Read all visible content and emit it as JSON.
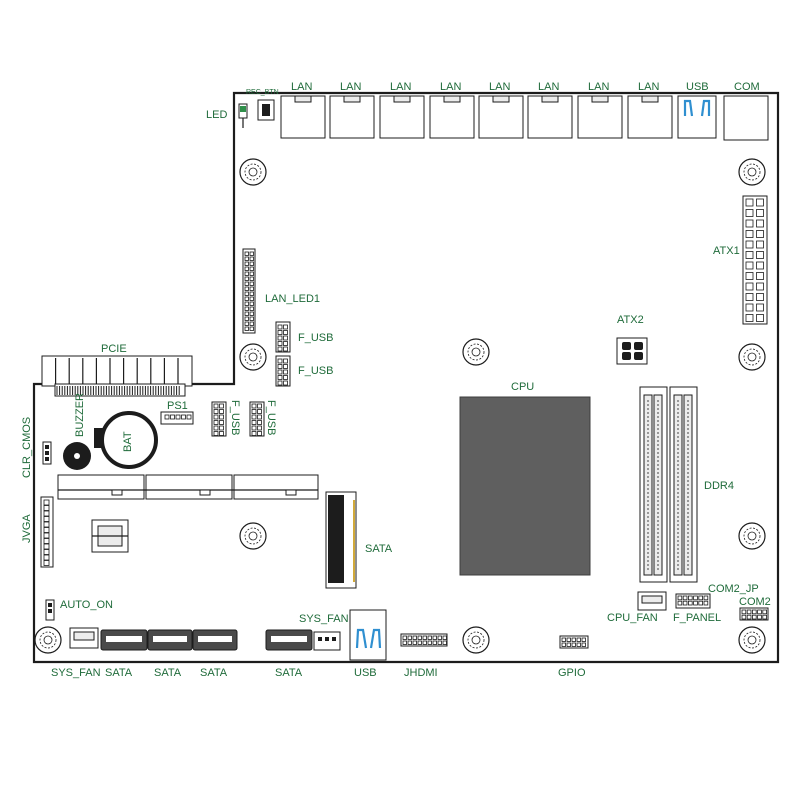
{
  "colors": {
    "board_outline": "#1c1c1c",
    "label": "#1f6b3a",
    "cpu": "#5f5f5f",
    "usb_accent": "#2f8fd0",
    "sata_slot": "#4a4a4a"
  },
  "labels": {
    "rec_btn": "REC_BTN",
    "led": "LED",
    "lan": "LAN",
    "usb_top": "USB",
    "com_top": "COM",
    "atx1": "ATX1",
    "lan_led1": "LAN_LED1",
    "f_usb_1": "F_USB",
    "f_usb_2": "F_USB",
    "atx2": "ATX2",
    "pcie": "PCIE",
    "cpu": "CPU",
    "clr_cmos": "CLR_CMOS",
    "buzzer": "BUZZER",
    "ps1": "PS1",
    "f_usb_v1": "F_USB",
    "f_usb_v2": "F_USB",
    "bat": "BAT",
    "ddr4": "DDR4",
    "jvga": "JVGA",
    "sata_m2": "SATA",
    "auto_on": "AUTO_ON",
    "sys_fan_mid": "SYS_FAN",
    "com2_jp": "COM2_JP",
    "cpu_fan": "CPU_FAN",
    "f_panel": "F_PANEL",
    "com2": "COM2",
    "sys_fan_bottom": "SYS_FAN",
    "sata_1": "SATA",
    "sata_2": "SATA",
    "sata_3": "SATA",
    "sata_4": "SATA",
    "usb_bottom": "USB",
    "jhdmi": "JHDMI",
    "gpio": "GPIO"
  }
}
